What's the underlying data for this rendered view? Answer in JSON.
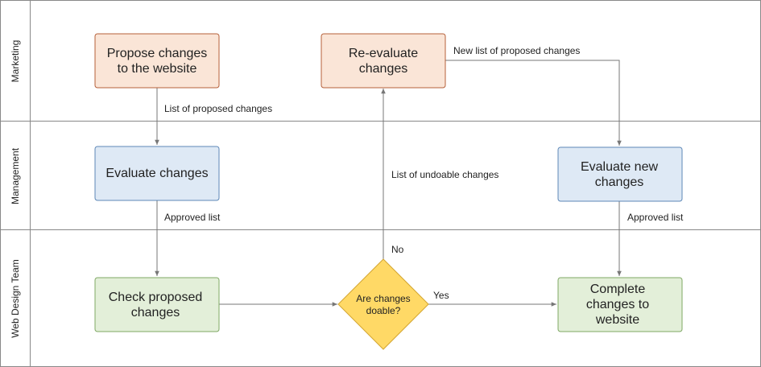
{
  "lanes": {
    "marketing": "Marketing",
    "management": "Management",
    "web_design": "Web Design Team"
  },
  "nodes": {
    "propose": [
      "Propose changes",
      "to the website"
    ],
    "reevaluate": [
      "Re-evaluate",
      "changes"
    ],
    "evaluate": [
      "Evaluate changes"
    ],
    "evaluate_new": [
      "Evaluate new",
      "changes"
    ],
    "check": [
      "Check proposed",
      "changes"
    ],
    "decision": [
      "Are changes",
      "doable?"
    ],
    "complete": [
      "Complete",
      "changes to",
      "website"
    ]
  },
  "edges": {
    "list_proposed": "List of proposed changes",
    "new_list": "New list of proposed changes",
    "approved_left": "Approved list",
    "approved_right": "Approved list",
    "undoable": "List of undoable changes",
    "no": "No",
    "yes": "Yes"
  },
  "colors": {
    "marketing_fill": "#fae5d7",
    "marketing_stroke": "#b5603a",
    "management_fill": "#dee9f5",
    "management_stroke": "#5d87b7",
    "webdesign_fill": "#e3efd9",
    "webdesign_stroke": "#7fa864",
    "decision_fill": "#ffd966",
    "decision_stroke": "#d3a531",
    "line": "#777777"
  }
}
